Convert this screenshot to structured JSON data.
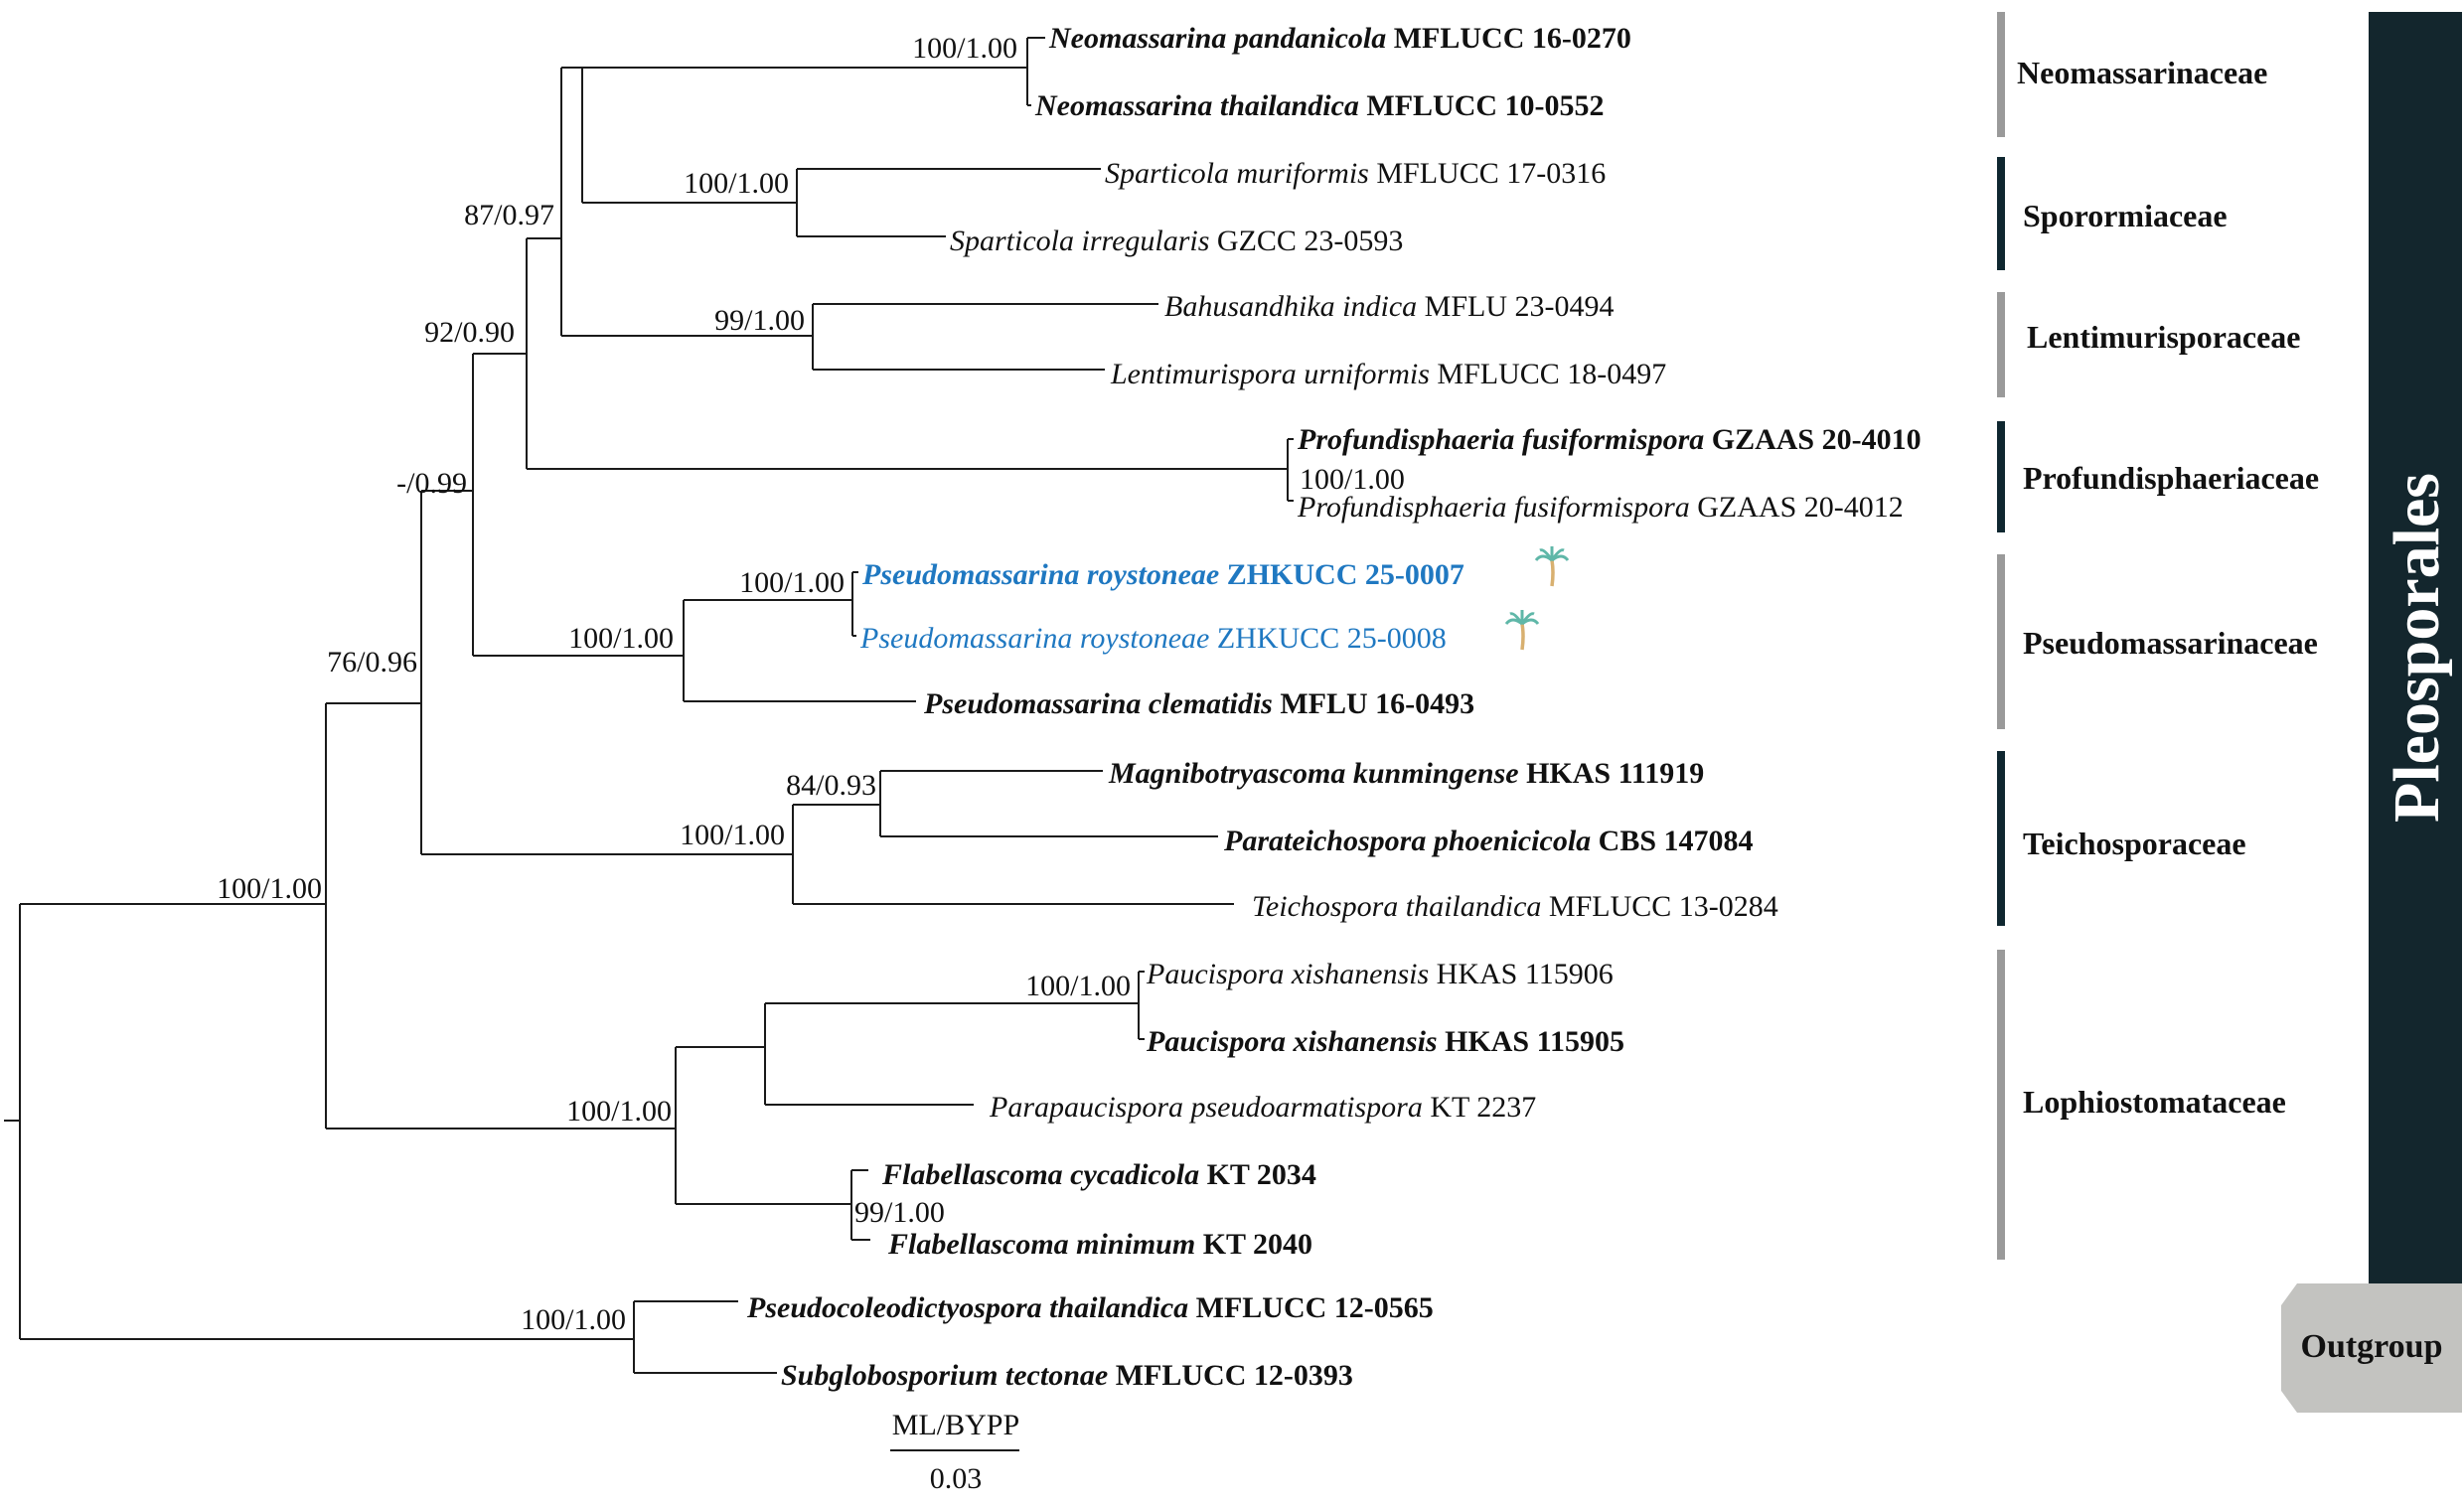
{
  "taxa": [
    {
      "genus_species": "Neomassarina pandanicola",
      "strain": "MFLUCC 16-0270",
      "bold": true,
      "highlight": false,
      "palm": false
    },
    {
      "genus_species": "Neomassarina thailandica",
      "strain": "MFLUCC 10-0552",
      "bold": true,
      "highlight": false,
      "palm": false
    },
    {
      "genus_species": "Sparticola muriformis",
      "strain": "MFLUCC 17-0316",
      "bold": false,
      "highlight": false,
      "palm": false
    },
    {
      "genus_species": "Sparticola irregularis",
      "strain": "GZCC 23-0593",
      "bold": false,
      "highlight": false,
      "palm": false
    },
    {
      "genus_species": "Bahusandhika indica",
      "strain": "MFLU 23-0494",
      "bold": false,
      "highlight": false,
      "palm": false
    },
    {
      "genus_species": "Lentimurispora urniformis",
      "strain": "MFLUCC 18-0497",
      "bold": false,
      "highlight": false,
      "palm": false
    },
    {
      "genus_species": "Profundisphaeria fusiformispora",
      "strain": "GZAAS 20-4010",
      "bold": true,
      "highlight": false,
      "palm": false
    },
    {
      "genus_species": "Profundisphaeria fusiformispora",
      "strain": "GZAAS 20-4012",
      "bold": false,
      "highlight": false,
      "palm": false
    },
    {
      "genus_species": "Pseudomassarina roystoneae",
      "strain": "ZHKUCC 25-0007",
      "bold": true,
      "highlight": true,
      "palm": true
    },
    {
      "genus_species": "Pseudomassarina roystoneae",
      "strain": "ZHKUCC 25-0008",
      "bold": false,
      "highlight": true,
      "palm": true
    },
    {
      "genus_species": "Pseudomassarina clematidis",
      "strain": "MFLU 16-0493",
      "bold": true,
      "highlight": false,
      "palm": false
    },
    {
      "genus_species": "Magnibotryascoma kunmingense",
      "strain": "HKAS 111919",
      "bold": true,
      "highlight": false,
      "palm": false
    },
    {
      "genus_species": "Parateichospora phoenicicola",
      "strain": "CBS 147084",
      "bold": true,
      "highlight": false,
      "palm": false
    },
    {
      "genus_species": "Teichospora thailandica",
      "strain": "MFLUCC 13-0284",
      "bold": false,
      "highlight": false,
      "palm": false
    },
    {
      "genus_species": "Paucispora xishanensis",
      "strain": "HKAS 115906",
      "bold": false,
      "highlight": false,
      "palm": false
    },
    {
      "genus_species": "Paucispora xishanensis",
      "strain": "HKAS 115905",
      "bold": true,
      "highlight": false,
      "palm": false
    },
    {
      "genus_species": "Parapaucispora pseudoarmatispora",
      "strain": "KT 2237",
      "bold": false,
      "highlight": false,
      "palm": false
    },
    {
      "genus_species": "Flabellascoma cycadicola",
      "strain": "KT 2034",
      "bold": true,
      "highlight": false,
      "palm": false
    },
    {
      "genus_species": "Flabellascoma minimum",
      "strain": "KT 2040",
      "bold": true,
      "highlight": false,
      "palm": false
    },
    {
      "genus_species": "Pseudocoleodictyospora thailandica",
      "strain": "MFLUCC 12-0565",
      "bold": true,
      "highlight": false,
      "palm": false
    },
    {
      "genus_species": "Subglobosporium tectonae",
      "strain": "MFLUCC 12-0393",
      "bold": true,
      "highlight": false,
      "palm": false
    }
  ],
  "support": [
    "100/1.00",
    "100/1.00",
    "99/1.00",
    "100/1.00",
    "100/1.00",
    "100/1.00",
    "84/0.93",
    "100/1.00",
    "100/1.00",
    "99/1.00",
    "100/1.00",
    "87/0.97",
    "92/0.90",
    "-/0.99",
    "76/0.96",
    "100/1.00",
    "100/1.00"
  ],
  "families": [
    {
      "name": "Neomassarinaceae",
      "bar_color": "grey"
    },
    {
      "name": "Sporormiaceae",
      "bar_color": "dark"
    },
    {
      "name": "Lentimurisporaceae",
      "bar_color": "grey"
    },
    {
      "name": "Profundisphaeriaceae",
      "bar_color": "dark"
    },
    {
      "name": "Pseudomassarinaceae",
      "bar_color": "grey"
    },
    {
      "name": "Teichosporaceae",
      "bar_color": "dark"
    },
    {
      "name": "Lophiostomataceae",
      "bar_color": "grey"
    }
  ],
  "order": {
    "name": "Pleosporales",
    "color": "#13262d"
  },
  "outgroup": {
    "name": "Outgroup",
    "color": "#c3c3c0"
  },
  "scale": {
    "label": "ML/BYPP",
    "value": "0.03"
  },
  "colors": {
    "highlight": "#1f78c1",
    "dark_bar": "#0f2730",
    "grey_bar": "#9a9a9a"
  },
  "icons": {
    "palm": "palm-tree-icon"
  }
}
